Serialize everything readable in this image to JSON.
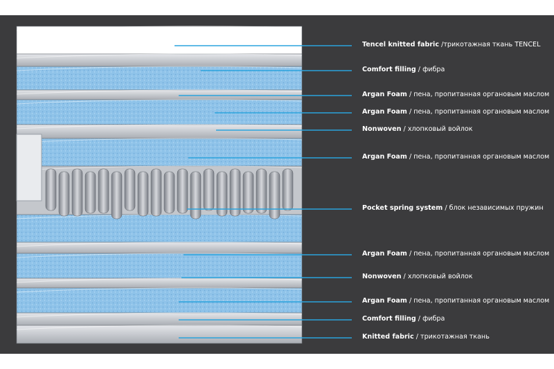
{
  "colors": {
    "background": "#3b3b3d",
    "leader_line": "#2aa3dd",
    "foam_blue": "#8fc3e9",
    "label_text": "#ffffff"
  },
  "layers": [
    {
      "en": "Tencel knitted fabric",
      "ru": " /трикотажная ткань TENCEL"
    },
    {
      "en": "Comfort filling",
      "ru": " / фибра"
    },
    {
      "en": "Argan Foam",
      "ru": "  / пена, пропитанная органовым маслом"
    },
    {
      "en": "Argan Foam",
      "ru": "  / пена, пропитанная органовым маслом"
    },
    {
      "en": "Nonwoven",
      "ru": " / хлопковый войлок"
    },
    {
      "en": "Argan Foam",
      "ru": "  / пена, пропитанная органовым маслом"
    },
    {
      "en": "Pocket spring system",
      "ru": " / блок независимых пружин"
    },
    {
      "en": "Argan Foam",
      "ru": "  / пена, пропитанная органовым маслом"
    },
    {
      "en": "Nonwoven",
      "ru": " / хлопковый войлок"
    },
    {
      "en": "Argan Foam",
      "ru": "  / пена, пропитанная органовым маслом"
    },
    {
      "en": "Comfort filling",
      "ru": " / фибра"
    },
    {
      "en": "Knitted fabric",
      "ru": " / трикотажная ткань"
    }
  ]
}
